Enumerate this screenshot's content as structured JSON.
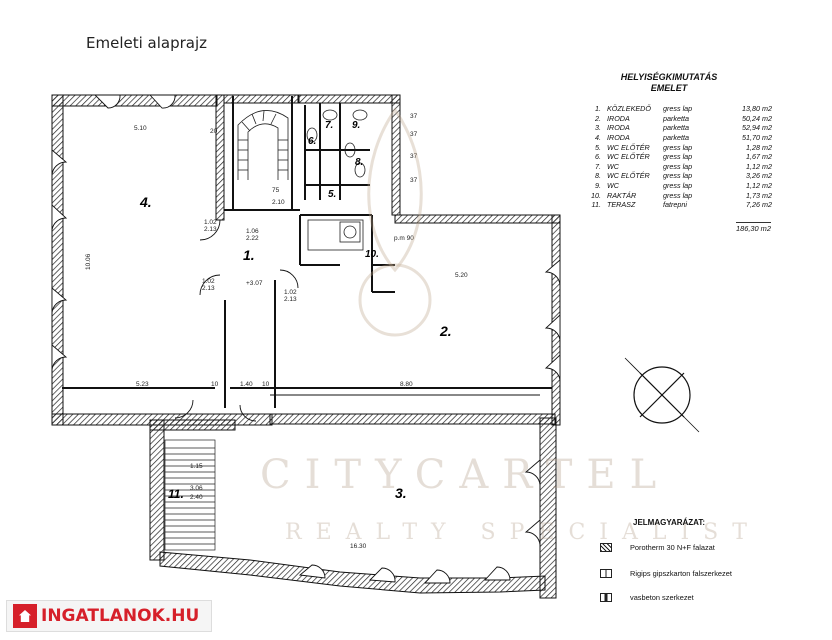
{
  "title": "Emeleti alaprajz",
  "summary": {
    "heading_line1": "HELYISÉGKIMUTATÁS",
    "heading_line2": "EMELET",
    "rooms": [
      {
        "n": "1.",
        "name": "KÖZLEKEDŐ",
        "floor": "gress lap",
        "area": "13,80 m2"
      },
      {
        "n": "2.",
        "name": "IRODA",
        "floor": "parketta",
        "area": "50,24 m2"
      },
      {
        "n": "3.",
        "name": "IRODA",
        "floor": "parketta",
        "area": "52,94 m2"
      },
      {
        "n": "4.",
        "name": "IRODA",
        "floor": "parketta",
        "area": "51,70 m2"
      },
      {
        "n": "5.",
        "name": "WC ELŐTÉR",
        "floor": "gress lap",
        "area": "1,28 m2"
      },
      {
        "n": "6.",
        "name": "WC ELŐTÉR",
        "floor": "gress lap",
        "area": "1,67 m2"
      },
      {
        "n": "7.",
        "name": "WC",
        "floor": "gress lap",
        "area": "1,12 m2"
      },
      {
        "n": "8.",
        "name": "WC ELŐTÉR",
        "floor": "gress lap",
        "area": "3,26 m2"
      },
      {
        "n": "9.",
        "name": "WC",
        "floor": "gress lap",
        "area": "1,12 m2"
      },
      {
        "n": "10.",
        "name": "RAKTÁR",
        "floor": "gress lap",
        "area": "1,73 m2"
      },
      {
        "n": "11.",
        "name": "TERASZ",
        "floor": "fatrepni",
        "area": "7,26 m2"
      }
    ],
    "total": "186,30 m2"
  },
  "legend": {
    "title": "JELMAGYARÁZAT:",
    "items": [
      {
        "label": "Porotherm 30 N+F falazat"
      },
      {
        "label": "Rigips gipszkarton falszerkezet"
      },
      {
        "label": "vasbeton szerkezet"
      }
    ]
  },
  "room_labels": {
    "r1": "1.",
    "r2": "2.",
    "r3": "3.",
    "r4": "4.",
    "r5": "5.",
    "r6": "6.",
    "r7": "7.",
    "r8": "8.",
    "r9": "9.",
    "r10": "10.",
    "r11": "11."
  },
  "dimensions": {
    "d510": "5.10",
    "d20": "20",
    "d1006": "10.06",
    "d523": "5.23",
    "d10a": "10",
    "d140": "1.40",
    "d10b": "10",
    "d880": "8.80",
    "d1630": "16.30",
    "d520": "5.20",
    "d102a": "1.02",
    "d213a": "2.13",
    "d106": "1.06",
    "d222": "2.22",
    "d307": "+3.07",
    "d102b": "1.02",
    "d213b": "2.13",
    "d102c": "1.02",
    "d213c": "2.13",
    "d37a": "37",
    "d37b": "37",
    "d37c": "37",
    "d37d": "37",
    "d90": "p.m 90",
    "d75": "75",
    "d210": "2.10",
    "d115": "1.15",
    "d305": "3.06",
    "d240": "2.40"
  },
  "watermark": {
    "line1": "CITYCARTEL",
    "line2": "REALTY SPECIALIST"
  },
  "logo": {
    "text": "INGATLANOK.HU"
  }
}
